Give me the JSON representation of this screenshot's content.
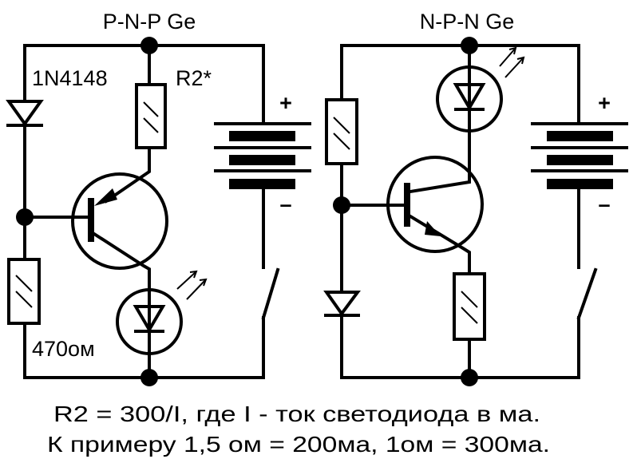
{
  "left_circuit": {
    "title": "P-N-P Ge",
    "diode_label": "1N4148",
    "r2_label": "R2*",
    "resistor_label": "470ом",
    "battery_plus": "+",
    "battery_minus": "–"
  },
  "right_circuit": {
    "title": "N-P-N Ge",
    "battery_plus": "+",
    "battery_minus": "–"
  },
  "caption": {
    "line1": "R2 = 300/I, где I - ток светодиода в ма.",
    "line2": "К примеру 1,5 ом = 200ма, 1ом = 300ма."
  },
  "colors": {
    "line": "#000000",
    "background": "#ffffff"
  }
}
